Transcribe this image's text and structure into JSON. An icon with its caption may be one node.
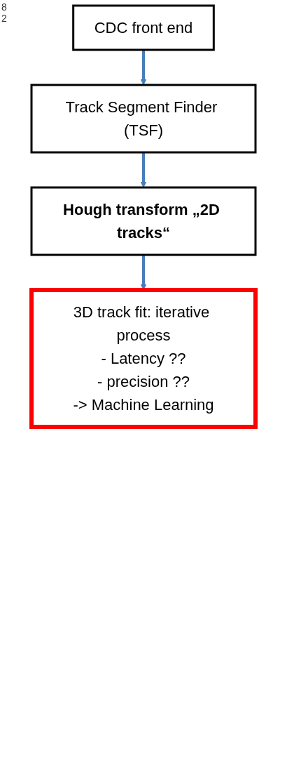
{
  "diagram": {
    "nodes": [
      {
        "text": [
          "CDC front end"
        ]
      },
      {
        "text": [
          "Track Segment Finder (TSF)"
        ]
      },
      {
        "text": [
          "Hough transform „2D tracks“"
        ]
      },
      {
        "text": [
          "3D track fit: iterative process",
          "- Latency ??",
          "- precision ??",
          "-> Machine Learning"
        ]
      }
    ],
    "edges": [
      {
        "from": 0,
        "to": 1,
        "arrow": "to"
      },
      {
        "from": 1,
        "to": 2,
        "arrow": "to"
      },
      {
        "from": 2,
        "to": 3,
        "arrow": "to"
      }
    ],
    "labels": [
      "8",
      "2"
    ]
  }
}
